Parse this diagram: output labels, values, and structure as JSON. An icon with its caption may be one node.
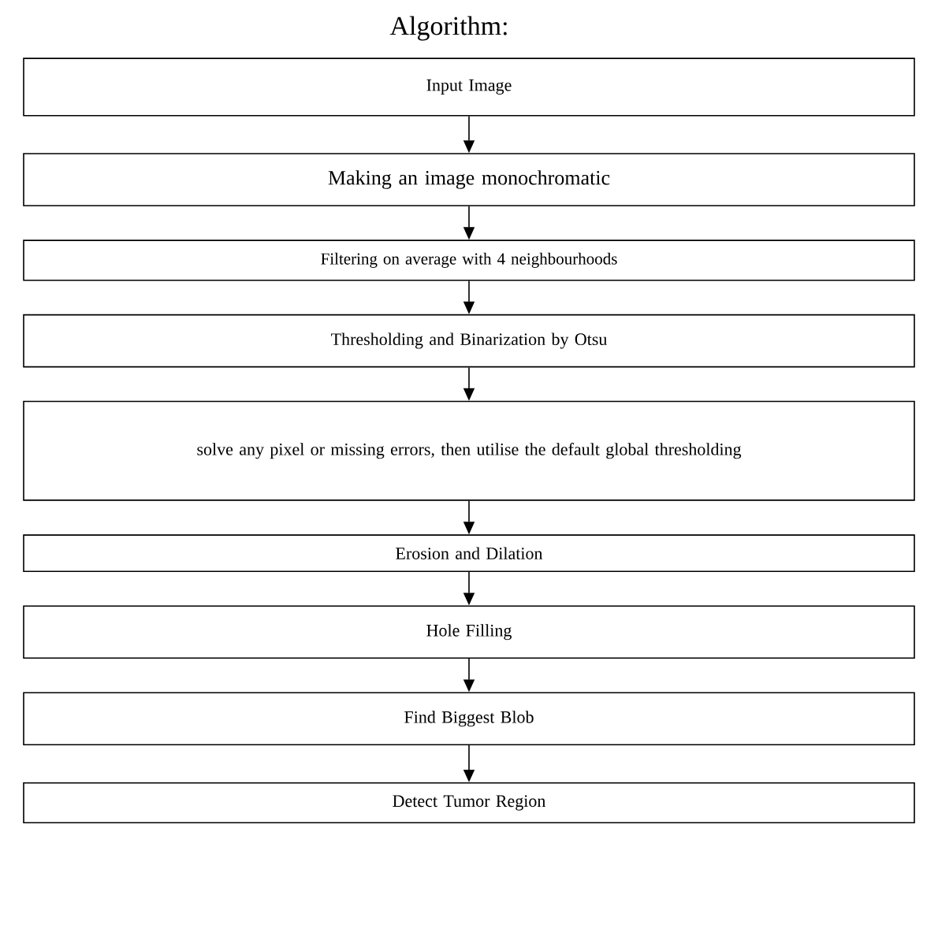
{
  "diagram": {
    "title": "Algorithm:",
    "nodes": [
      {
        "text": [
          "Input Image"
        ]
      },
      {
        "text": [
          "Making an image monochromatic"
        ]
      },
      {
        "text": [
          "Filtering on average with 4 neighbourhoods"
        ]
      },
      {
        "text": [
          "Thresholding and Binarization by Otsu"
        ]
      },
      {
        "text": [
          "solve any pixel or missing errors, then utilise the default global thresholding"
        ]
      },
      {
        "text": [
          "Erosion and Dilation"
        ]
      },
      {
        "text": [
          "Hole Filling"
        ]
      },
      {
        "text": [
          "Find Biggest Blob"
        ]
      },
      {
        "text": [
          "Detect Tumor Region"
        ]
      }
    ],
    "edges": [
      {
        "from": 0,
        "to": 1,
        "arrow": "to"
      },
      {
        "from": 1,
        "to": 2,
        "arrow": "to"
      },
      {
        "from": 2,
        "to": 3,
        "arrow": "to"
      },
      {
        "from": 3,
        "to": 4,
        "arrow": "to"
      },
      {
        "from": 4,
        "to": 5,
        "arrow": "to"
      },
      {
        "from": 5,
        "to": 6,
        "arrow": "to"
      },
      {
        "from": 6,
        "to": 7,
        "arrow": "to"
      },
      {
        "from": 7,
        "to": 8,
        "arrow": "to"
      }
    ]
  }
}
